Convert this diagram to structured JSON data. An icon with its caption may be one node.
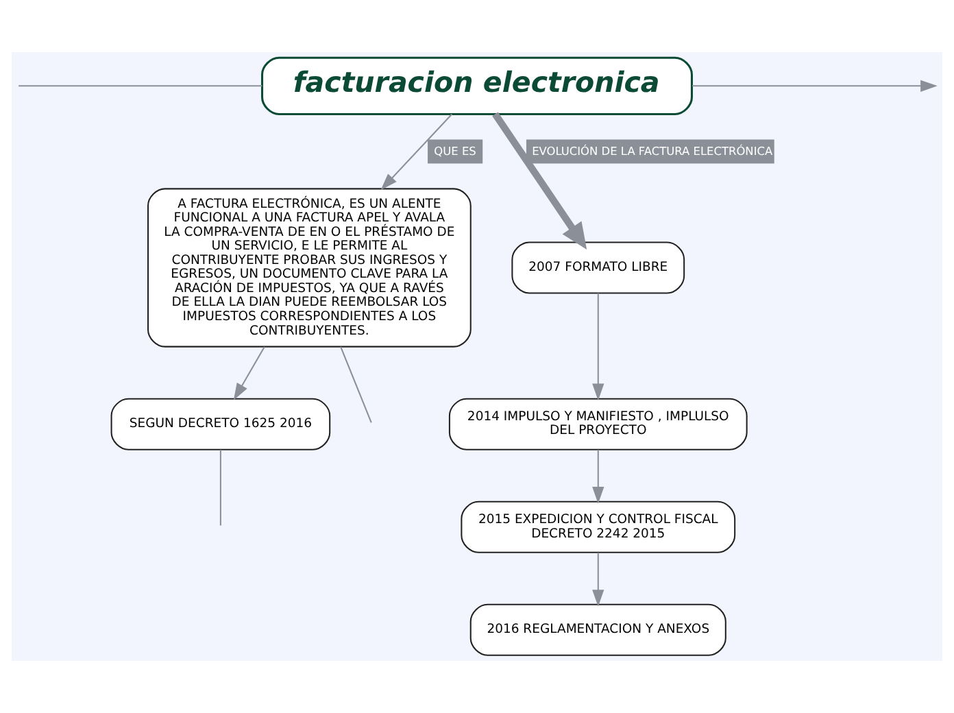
{
  "diagram": {
    "nodes": [
      {
        "text": [
          "facturacion electronica"
        ]
      },
      {
        "text": [
          "A FACTURA ELECTRÓNICA, ES UN ALENTE FUNCIONAL A UNA FACTURA APEL Y AVALA LA COMPRA-VENTA DE EN O EL PRÉSTAMO DE UN SERVICIO, E LE PERMITE AL CONTRIBUYENTE PROBAR SUS INGRESOS Y EGRESOS, UN DOCUMENTO CLAVE PARA LA ARACIÓN DE IMPUESTOS, YA QUE A RAVÉS DE ELLA LA DIAN PUEDE REEMBOLSAR LOS IMPUESTOS CORRESPONDIENTES A LOS CONTRIBUYENTES."
        ]
      },
      {
        "text": [
          "SEGUN DECRETO 1625 2016"
        ]
      },
      {
        "text": [
          "2007 FORMATO LIBRE"
        ]
      },
      {
        "text": [
          "2014 IMPULSO Y MANIFIESTO , IMPLULSO DEL PROYECTO"
        ]
      },
      {
        "text": [
          "2015 EXPEDICION Y CONTROL FISCAL DECRETO 2242 2015"
        ]
      },
      {
        "text": [
          "2016 REGLAMENTACION Y ANEXOS"
        ]
      }
    ],
    "edges": [
      {
        "from": null,
        "to": 0,
        "arrow": "none"
      },
      {
        "from": 0,
        "to": null,
        "arrow": "to"
      },
      {
        "from": 0,
        "to": 1,
        "arrow": "to",
        "label": "QUE ES"
      },
      {
        "from": 0,
        "to": 3,
        "arrow": "to",
        "label": "EVOLUCIÓN DE LA FACTURA ELECTRÓNICA",
        "style": "thick"
      },
      {
        "from": 1,
        "to": 2,
        "arrow": "to"
      },
      {
        "from": 1,
        "to": null,
        "arrow": "none"
      },
      {
        "from": 2,
        "to": null,
        "arrow": "none"
      },
      {
        "from": 3,
        "to": 4,
        "arrow": "to"
      },
      {
        "from": 4,
        "to": 5,
        "arrow": "to"
      },
      {
        "from": 5,
        "to": 6,
        "arrow": "to"
      }
    ]
  }
}
